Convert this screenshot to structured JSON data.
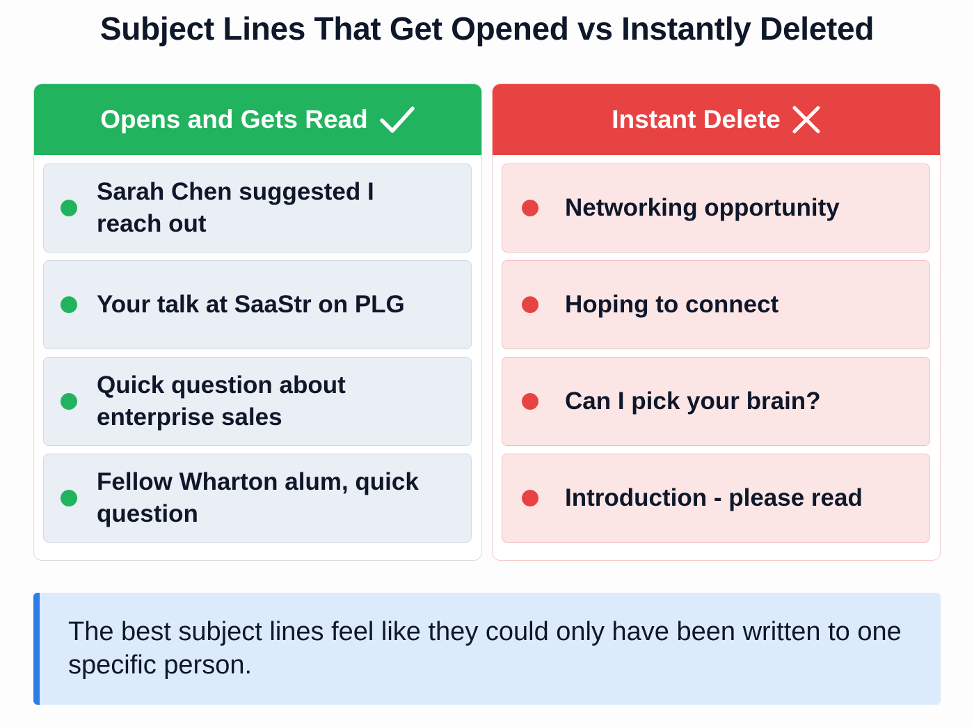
{
  "title": "Subject Lines That Get Opened vs Instantly Deleted",
  "columns": {
    "good": {
      "header": "Opens and Gets Read",
      "icon": "checkmark-icon",
      "color": "#22b35e",
      "items": [
        "Sarah Chen suggested I reach out",
        "Your talk at SaaStr on PLG",
        "Quick question about enterprise sales",
        "Fellow Wharton alum, quick question"
      ]
    },
    "bad": {
      "header": "Instant Delete",
      "icon": "x-icon",
      "color": "#e84343",
      "items": [
        "Networking opportunity",
        "Hoping to connect",
        "Can I pick your brain?",
        "Introduction - please read"
      ]
    }
  },
  "callout": {
    "text": "The best subject lines feel like they could only have been written to one specific person.",
    "accent_color": "#2f7be8"
  }
}
